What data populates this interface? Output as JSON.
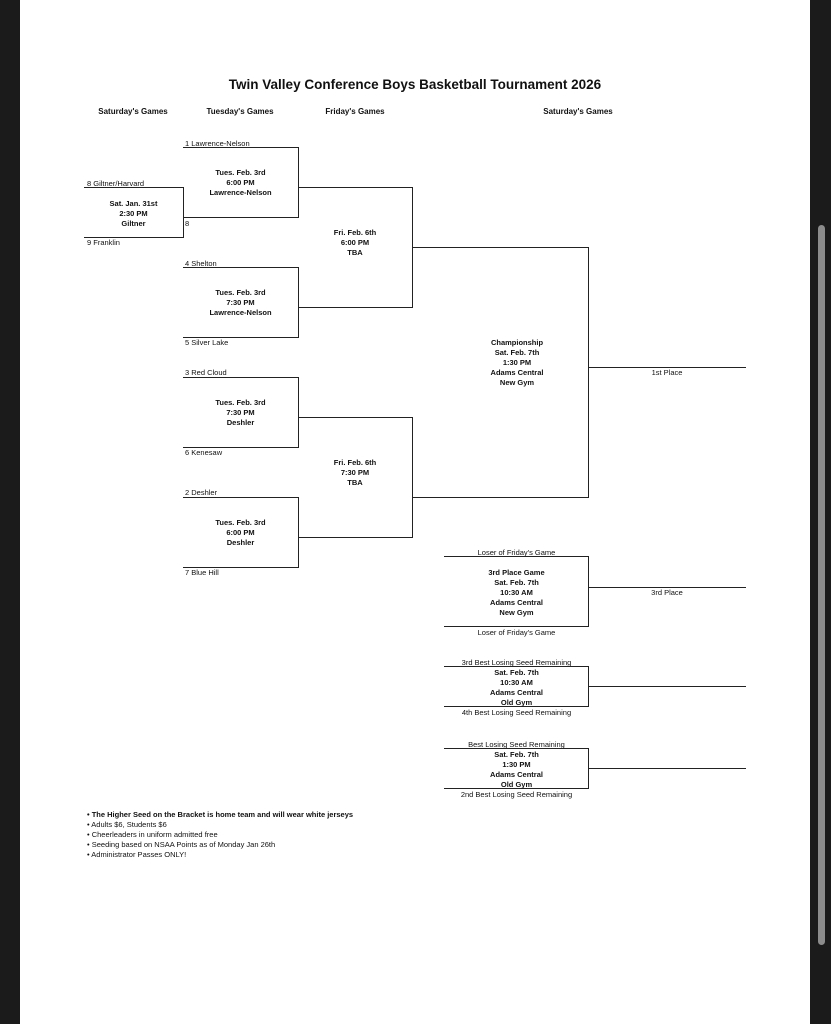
{
  "title": "Twin Valley Conference Boys Basketball Tournament 2026",
  "column_headers": [
    "Saturday's Games",
    "Tuesday's Games",
    "Friday's Games",
    "Saturday's Games"
  ],
  "teams": {
    "giltner_harvard": "8 Giltner/Harvard",
    "franklin": "9 Franklin",
    "seed8": "8",
    "lawrence_nelson": "1 Lawrence-Nelson",
    "shelton": "4 Shelton",
    "silver_lake": "5 Silver Lake",
    "red_cloud": "3 Red Cloud",
    "kenesaw": "6 Kenesaw",
    "deshler": "2 Deshler",
    "blue_hill": "7 Blue Hill"
  },
  "games": {
    "sat_jan": [
      "Sat. Jan. 31st",
      "2:30 PM",
      "Giltner"
    ],
    "tue1": [
      "Tues. Feb. 3rd",
      "6:00 PM",
      "Lawrence-Nelson"
    ],
    "tue2": [
      "Tues. Feb. 3rd",
      "7:30 PM",
      "Lawrence-Nelson"
    ],
    "tue3": [
      "Tues. Feb. 3rd",
      "7:30 PM",
      "Deshler"
    ],
    "tue4": [
      "Tues. Feb. 3rd",
      "6:00 PM",
      "Deshler"
    ],
    "fri1": [
      "Fri. Feb. 6th",
      "6:00 PM",
      "TBA"
    ],
    "fri2": [
      "Fri. Feb. 6th",
      "7:30 PM",
      "TBA"
    ],
    "championship": [
      "Championship",
      "Sat. Feb. 7th",
      "1:30 PM",
      "Adams Central",
      "New Gym"
    ],
    "third_place": [
      "3rd Place Game",
      "Sat. Feb. 7th",
      "10:30 AM",
      "Adams Central",
      "New Gym"
    ],
    "consol1": [
      "Sat. Feb. 7th",
      "10:30 AM",
      "Adams Central",
      "Old Gym"
    ],
    "consol2": [
      "Sat. Feb. 7th",
      "1:30 PM",
      "Adams Central",
      "Old Gym"
    ]
  },
  "results": {
    "first": "1st Place",
    "third": "3rd Place"
  },
  "slots": {
    "loser_top": "Loser of Friday's Game",
    "loser_bottom": "Loser of Friday's Game",
    "third_best": "3rd Best Losing Seed Remaining",
    "fourth_best": "4th Best Losing Seed Remaining",
    "best": "Best Losing Seed Remaining",
    "second_best": "2nd Best Losing Seed Remaining"
  },
  "notes": [
    "The Higher Seed on the Bracket is home team and will wear white jerseys",
    "Adults $6, Students $6",
    "Cheerleaders in uniform admitted free",
    "Seeding based on NSAA Points as of Monday Jan 26th",
    "Administrator Passes ONLY!"
  ]
}
